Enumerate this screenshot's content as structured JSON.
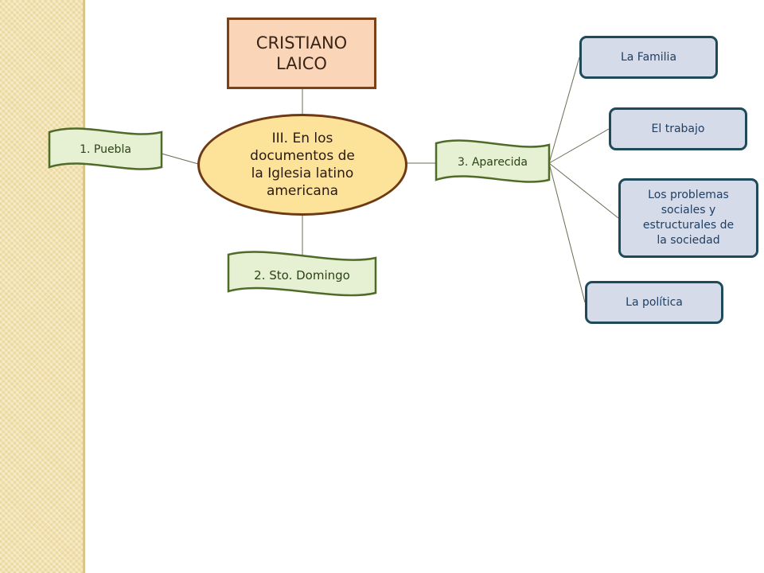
{
  "title": "CRISTIANO LAICO",
  "title_lines": [
    "CRISTIANO",
    "LAICO"
  ],
  "center": {
    "lines": [
      "III. En los",
      "documentos de",
      "la Iglesia latino",
      "americana"
    ]
  },
  "documents": {
    "puebla": "1. Puebla",
    "santo_domingo": "2. Sto. Domingo",
    "aparecida": "3. Aparecida"
  },
  "topics": {
    "familia": "La Familia",
    "trabajo": "El trabajo",
    "problemas_lines": [
      "Los problemas",
      "sociales y",
      "estructurales de",
      "la sociedad"
    ],
    "politica": "La política"
  },
  "colors": {
    "title_fill": "#fbd5b8",
    "title_border": "#7b4218",
    "center_fill": "#fde29a",
    "banner_fill": "#e6f0d2",
    "banner_border": "#4f6b28",
    "topic_fill": "#d6dbe9",
    "topic_border": "#1f4a5a",
    "side_band": "#f3e2ad"
  }
}
